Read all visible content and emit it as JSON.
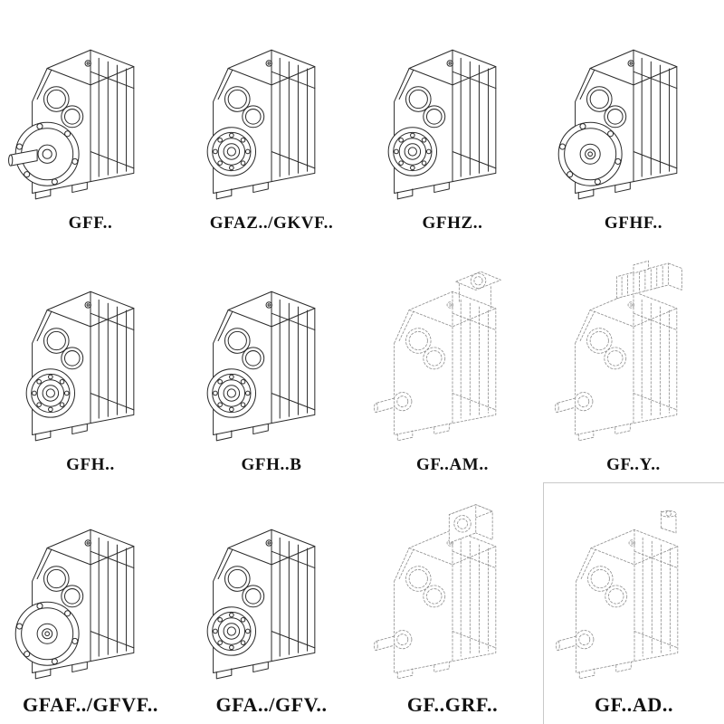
{
  "colors": {
    "background": "#ffffff",
    "line": "#2b2b2b",
    "dashed_line": "#8f8f8f",
    "label_color": "#111111"
  },
  "grid": {
    "items": [
      {
        "label": "GFF..",
        "variant": "flange-shaft",
        "style": "solid"
      },
      {
        "label": "GFAZ../GKVF..",
        "variant": "hollow",
        "style": "solid"
      },
      {
        "label": "GFHZ..",
        "variant": "hollow",
        "style": "solid"
      },
      {
        "label": "GFHF..",
        "variant": "flange-hollow",
        "style": "solid"
      },
      {
        "label": "GFH..",
        "variant": "hollow",
        "style": "solid"
      },
      {
        "label": "GFH..B",
        "variant": "hollow",
        "style": "solid"
      },
      {
        "label": "GF..AM..",
        "variant": "shaft-plate",
        "style": "dashed"
      },
      {
        "label": "GF..Y..",
        "variant": "shaft-motor",
        "style": "dashed"
      },
      {
        "label": "GFAF../GFVF..",
        "variant": "flange-hollow",
        "style": "solid"
      },
      {
        "label": "GFA../GFV..",
        "variant": "hollow",
        "style": "solid"
      },
      {
        "label": "GF..GRF..",
        "variant": "shaft-block",
        "style": "dashed"
      },
      {
        "label": "GF..AD..",
        "variant": "shaft-cyl",
        "style": "dashed"
      }
    ]
  }
}
